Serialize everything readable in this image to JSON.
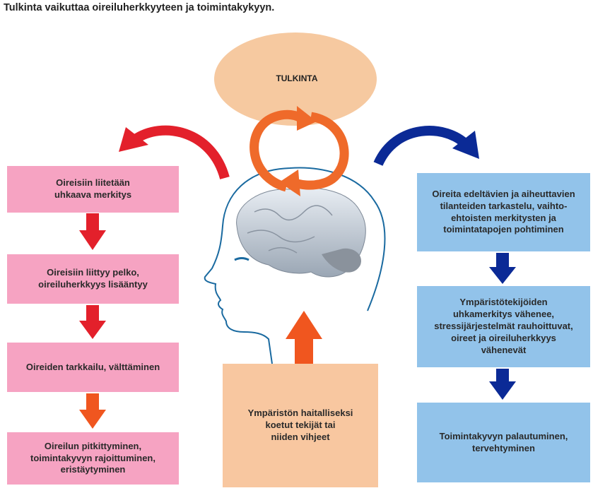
{
  "title": "Tulkinta vaikuttaa oireiluherkkyyteen ja toimintakykyyn.",
  "center": {
    "ellipse_label": "TULKINTA",
    "bottom_box": "Ympäristön haitalliseksi\nkoetut tekijät tai\nniiden vihjeet"
  },
  "left_chain": [
    "Oireisiin liitetään\nuhkaava merkitys",
    "Oireisiin liittyy pelko,\noireiluherkkyys lisääntyy",
    "Oireiden tarkkailu, välttäminen",
    "Oireilun pitkittyminen,\ntoimintakyvyn rajoittuminen,\neristäytyminen"
  ],
  "right_chain": [
    "Oireita edeltävien ja aiheuttavien\ntilanteiden tarkastelu, vaihto-\nehtoisten merkitysten ja\ntoimintatapojen pohtiminen",
    "Ympäristötekijöiden\nuhkamerkitys vähenee,\nstressijärjestelmät rauhoittuvat,\noireet ja oireiluherkkyys\nvähenevät",
    "Toimintakyvyn palautuminen,\ntervehtyminen"
  ],
  "colors": {
    "pink": "#f6a3c2",
    "blue": "#92c3ea",
    "peach": "#f8c7a0",
    "red": "#e3202b",
    "orange": "#f0561f",
    "navy": "#0b2a96"
  }
}
